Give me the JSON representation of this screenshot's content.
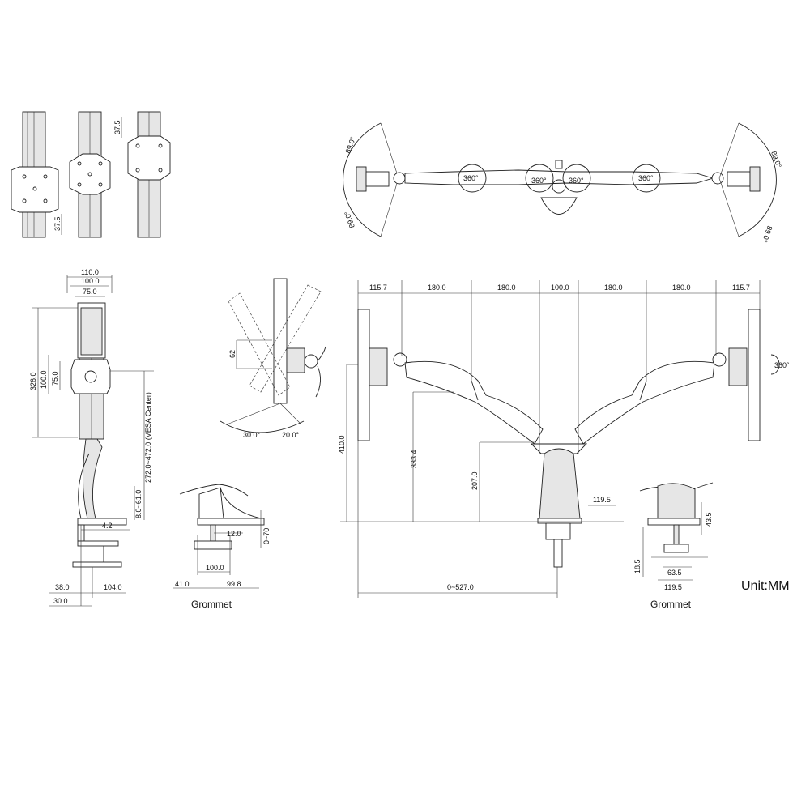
{
  "labels": {
    "grommet_left": "Grommet",
    "grommet_right": "Grommet",
    "unit": "Unit:MM"
  },
  "dims": {
    "vesa_375_top": "37.5",
    "vesa_375_bottom": "37.5",
    "w_1100": "110.0",
    "w_1000": "100.0",
    "w_750": "75.0",
    "h_3260": "326.0",
    "h_1000": "100.0",
    "h_750": "75.0",
    "vesa_center": "272.0~472.0 (VESA Center)",
    "clamp_range": "8.0~61.0",
    "offset_42": "4.2",
    "clamp_380": "38.0",
    "clamp_300": "30.0",
    "clamp_1040": "104.0",
    "tilt_62": "62",
    "tilt_30": "30.0°",
    "tilt_20": "20.0°",
    "g_120": "12.0",
    "g_0_70": "0~70",
    "g_1000": "100.0",
    "g_410": "41.0",
    "g_998": "99.8",
    "top_a": "115.7",
    "top_b": "180.0",
    "top_c": "180.0",
    "top_d": "100.0",
    "top_e": "180.0",
    "top_f": "180.0",
    "top_g": "115.7",
    "h_4100": "410.0",
    "h_3334": "333.4",
    "h_2070": "207.0",
    "b_1195": "119.5",
    "reach": "0~527.0",
    "rot_360": "360°",
    "swivel_l1": "89.0°",
    "swivel_l2": "89.0°",
    "swivel_r1": "89.0°",
    "swivel_r2": "89.0°",
    "joint_1": "360°",
    "joint_2": "360°",
    "joint_3": "360°",
    "joint_4": "360°",
    "rg_435": "43.5",
    "rg_185": "18.5",
    "rg_635": "63.5",
    "rg_1195": "119.5"
  }
}
